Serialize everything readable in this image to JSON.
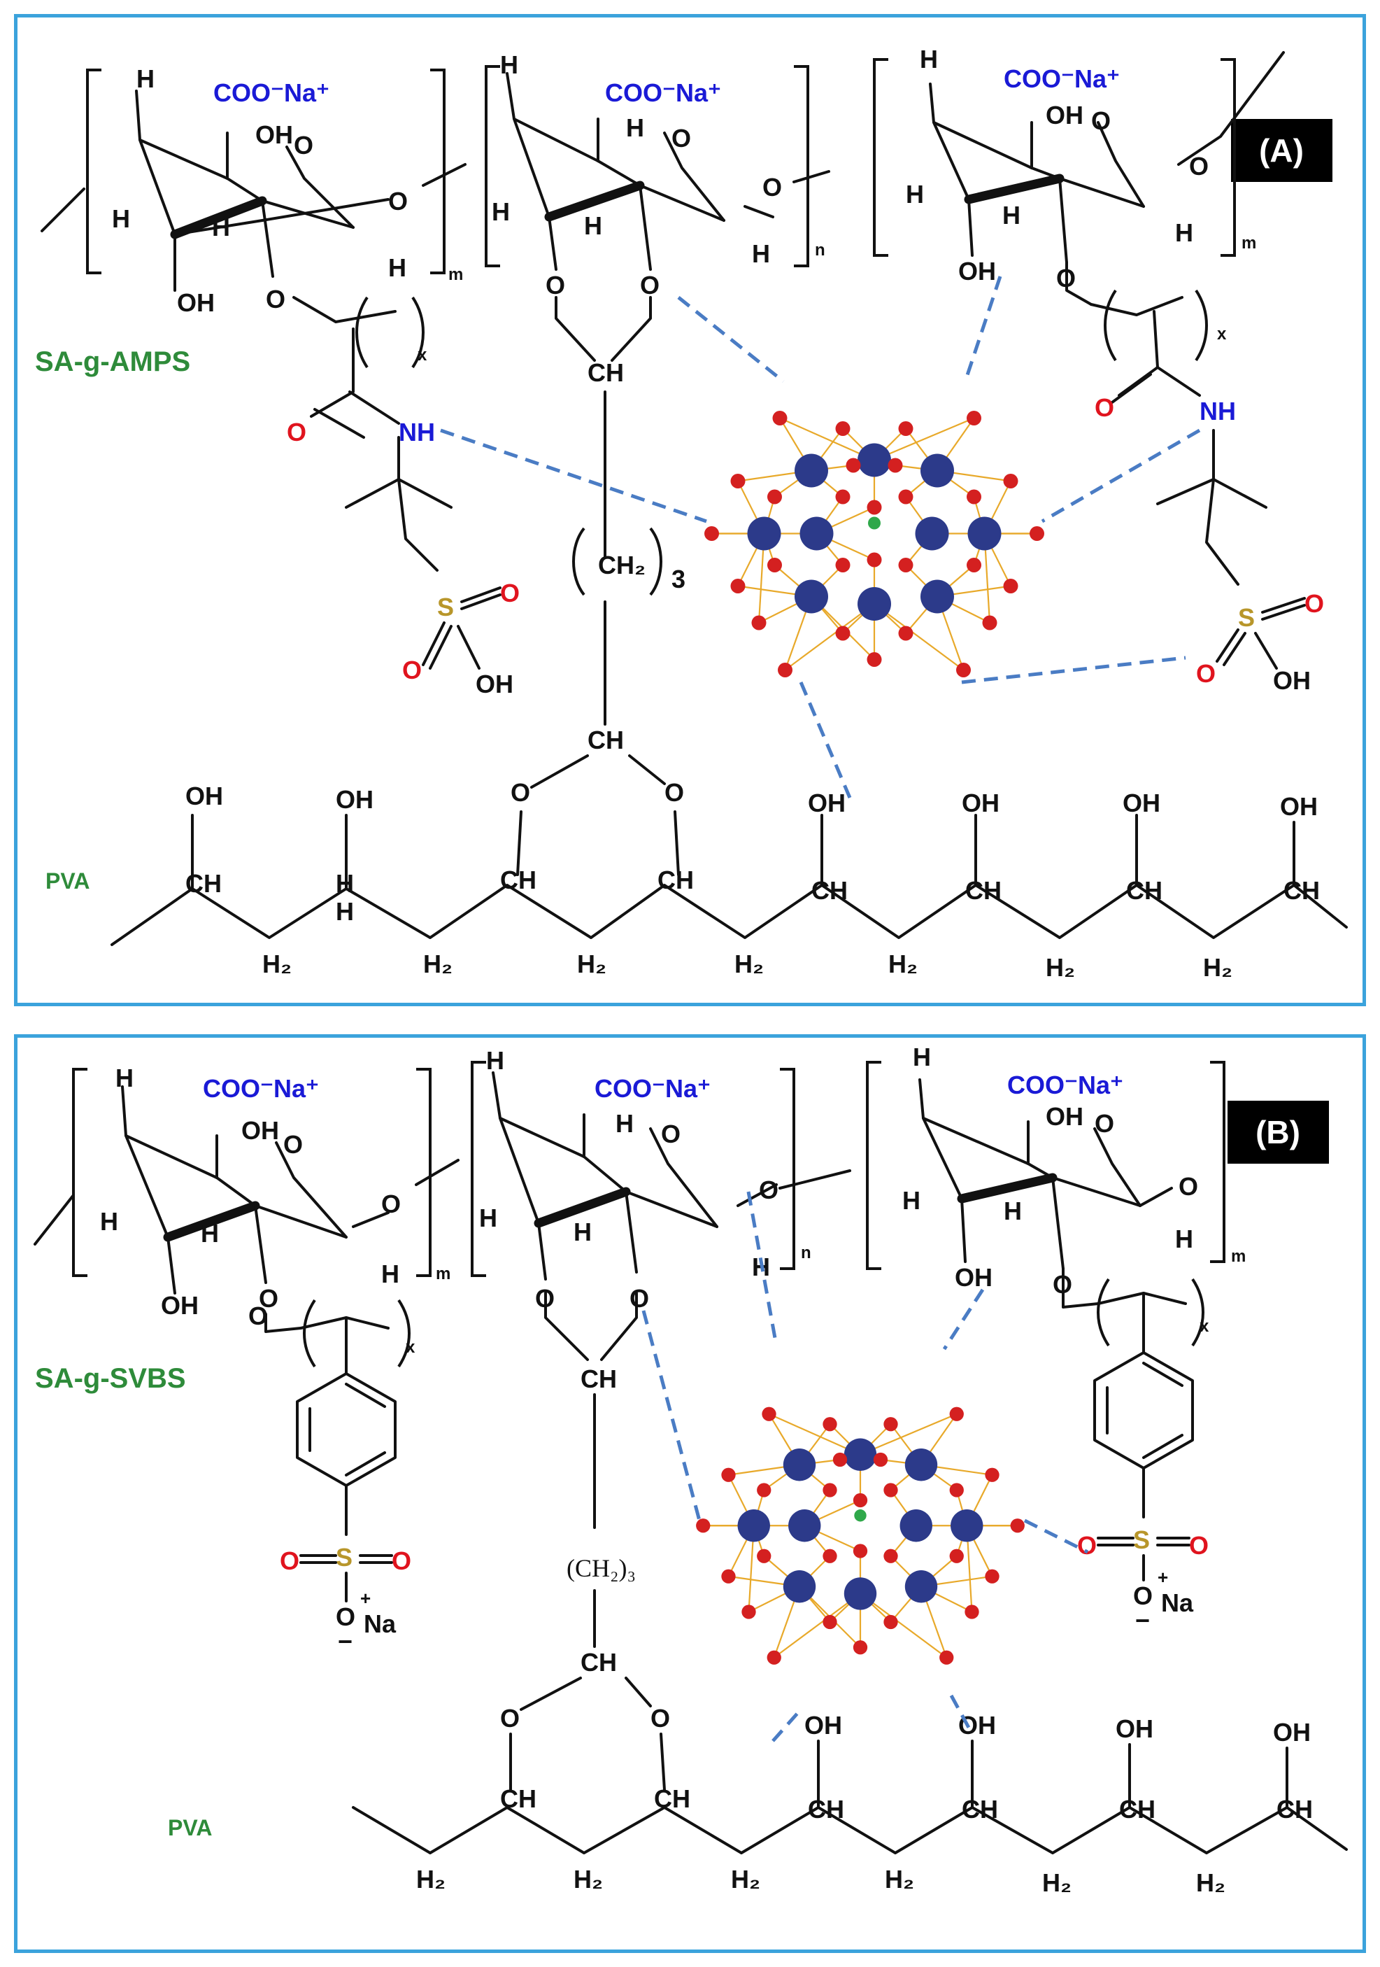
{
  "panel_a": {
    "badge": "(A)",
    "copolymer_label": "SA-g-AMPS",
    "pva_label": "PVA",
    "coo_na": "COO⁻Na⁺",
    "oh": "OH",
    "h": "H",
    "o": "O",
    "nh": "NH",
    "ch": "CH",
    "ch2": "CH₂",
    "ch2_paren": "(CH₂)₃",
    "h2": "H₂",
    "s": "S",
    "m": "m",
    "n": "n",
    "x": "x"
  },
  "panel_b": {
    "badge": "(B)",
    "copolymer_label": "SA-g-SVBS",
    "pva_label": "PVA",
    "coo_na": "COO⁻Na⁺",
    "oh": "OH",
    "h": "H",
    "o": "O",
    "ch": "CH",
    "ch2_paren": "(CH₂)₃",
    "h2": "H₂",
    "s": "S",
    "na": "Na",
    "plus": "+",
    "minus": "−",
    "m": "m",
    "n": "n",
    "x": "x"
  },
  "colors": {
    "frame": "#3ba3dc",
    "anion_label": "#1a1ad6",
    "oxygen_label": "#e0141e",
    "sulfur_label": "#b8962a",
    "name_label": "#2e8b3a",
    "interaction": "#4a7cc4",
    "cluster_atom_blue": "#2c3a8a",
    "cluster_atom_red": "#d42020",
    "cluster_atom_green": "#2fa84a",
    "cluster_bond": "#e8a92a"
  }
}
